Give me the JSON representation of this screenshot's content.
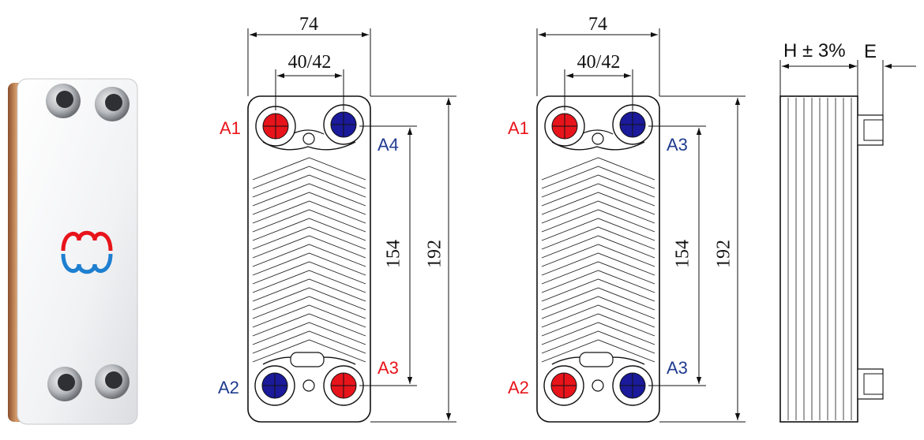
{
  "colors": {
    "hot_port": "#e8141b",
    "cold_port": "#1a1a9a",
    "label_red": "#e8141b",
    "label_blue": "#1f3b8f",
    "copper": "#c98a5a",
    "line": "#111111"
  },
  "icons": {
    "brand_logo": "three-loop-logo-icon"
  },
  "drawing1": {
    "width_dim": "74",
    "port_pitch_dim": "40/42",
    "inner_height_dim": "154",
    "outer_height_dim": "192",
    "ports": {
      "top_left": "A1",
      "top_right": "A4",
      "bottom_left": "A2",
      "bottom_right": "A3"
    },
    "port_colors": {
      "top_left": "red",
      "top_right": "blue",
      "bottom_left": "blue",
      "bottom_right": "red"
    }
  },
  "drawing2": {
    "width_dim": "74",
    "port_pitch_dim": "40/42",
    "inner_height_dim": "154",
    "outer_height_dim": "192",
    "ports": {
      "top_left": "A1",
      "top_right": "A3",
      "bottom_left": "A2",
      "bottom_right": "A3"
    },
    "port_colors": {
      "top_left": "red",
      "top_right": "blue",
      "bottom_left": "red",
      "bottom_right": "blue"
    }
  },
  "side_view": {
    "thickness_label": "H ± 3%",
    "connection_label": "E"
  }
}
